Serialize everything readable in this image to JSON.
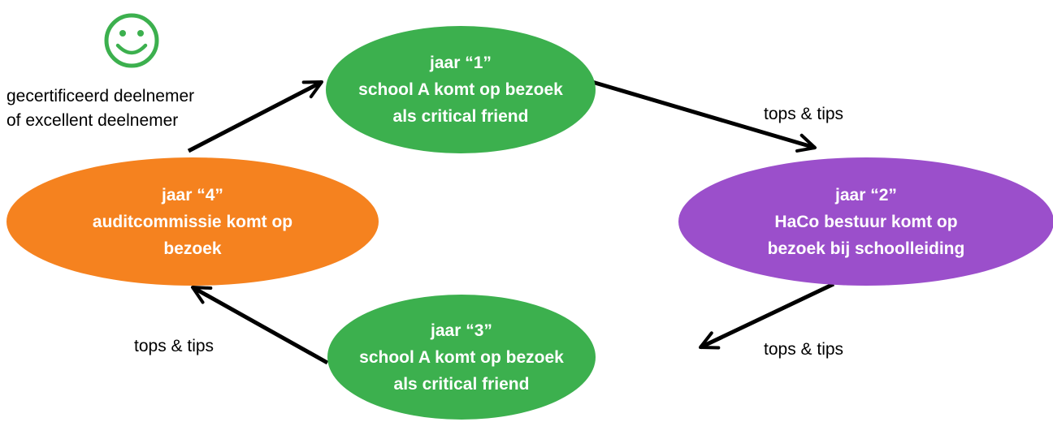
{
  "diagram": {
    "nodes": [
      {
        "id": "1",
        "lines": [
          "jaar “1”",
          "school A komt op bezoek",
          "als critical friend"
        ],
        "color": "#3cb04e"
      },
      {
        "id": "2",
        "lines": [
          "jaar “2”",
          "HaCo bestuur komt op",
          "bezoek bij schoolleiding"
        ],
        "color": "#9b4fcb"
      },
      {
        "id": "3",
        "lines": [
          "jaar “3”",
          "school A komt op bezoek",
          "als critical friend"
        ],
        "color": "#3cb04e"
      },
      {
        "id": "4",
        "lines": [
          "jaar “4”",
          "auditcommissie komt op",
          "bezoek"
        ],
        "color": "#f5821f"
      }
    ],
    "edges": [
      {
        "from": "1",
        "to": "2",
        "label": "tops & tips"
      },
      {
        "from": "2",
        "to": "3",
        "label": "tops & tips"
      },
      {
        "from": "3",
        "to": "4",
        "label": "tops & tips"
      },
      {
        "from": "4",
        "to": "1",
        "label": ""
      }
    ],
    "certification": {
      "icon": "smiley-icon",
      "icon_color": "#3cb04e",
      "lines": [
        "gecertificeerd deelnemer",
        "of excellent deelnemer"
      ]
    }
  }
}
